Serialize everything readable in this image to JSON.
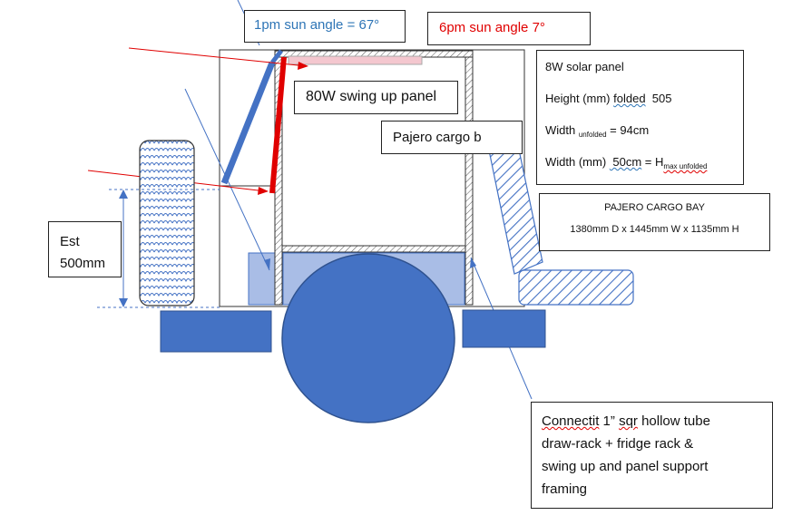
{
  "labels": {
    "sun_1pm": "1pm sun angle = 67°",
    "sun_6pm": "6pm sun angle 7°",
    "panel_80w": "80W swing up panel",
    "cargo_label": "Pajero cargo b",
    "est_line1": "Est",
    "est_line2": "500mm",
    "spec_title": "8W solar panel",
    "spec_height_prefix": "Height (mm) ",
    "spec_height_word": "folded",
    "spec_height_value": "  505",
    "spec_width1_prefix": "Width ",
    "spec_width1_sub": "unfolded",
    "spec_width1_value": " = 94cm",
    "spec_width2_prefix": "Width (mm) ",
    "spec_width2_value": " 50cm",
    "spec_width2_eq": " = H",
    "spec_width2_sub": "max unfolded",
    "bay_title": "PAJERO CARGO BAY",
    "bay_dims": "1380mm D x 1445mm W x 1135mm H",
    "connectit_l1_a": "Connectit",
    "connectit_l1_b": " 1” ",
    "connectit_l1_c": "sqr",
    "connectit_l1_d": " hollow tube",
    "connectit_l2": "draw-rack + fridge rack &",
    "connectit_l3": "swing up and panel support",
    "connectit_l4": "framing"
  },
  "colors": {
    "blue": "#4472c4",
    "sun_blue": "#2e75b6",
    "red": "#e00000"
  }
}
